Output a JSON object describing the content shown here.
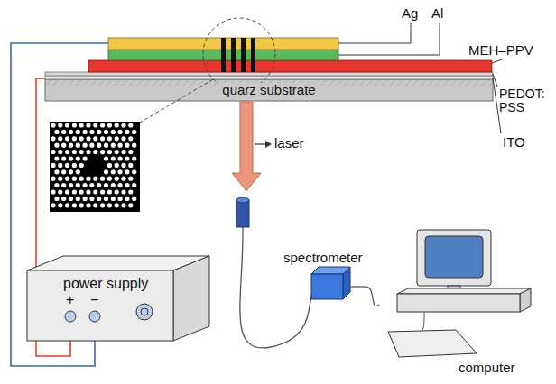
{
  "diagram": {
    "nodes": [
      {
        "text": [
          "quarz substrate"
        ]
      },
      {
        "text": [
          "power supply",
          "+",
          "−"
        ]
      },
      {
        "text": [
          "spectrometer"
        ]
      },
      {
        "text": [
          "computer"
        ]
      }
    ],
    "edges": [
      {
        "from": 2,
        "to": 3,
        "arrow": "none"
      }
    ],
    "labels": [
      "Ag",
      "Al",
      "MEH–PPV",
      "PEDOT: PSS",
      "ITO",
      "laser"
    ]
  }
}
